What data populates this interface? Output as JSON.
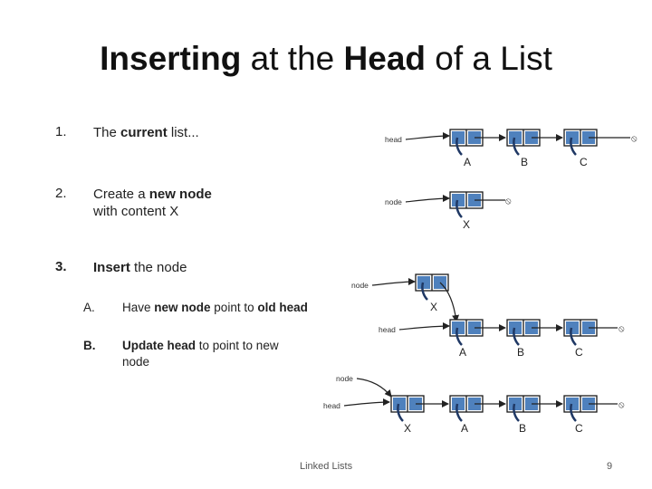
{
  "title": {
    "prefix": "Inserting",
    "mid1": " at the ",
    "bold2": "Head",
    "suffix": " of a List"
  },
  "steps": [
    {
      "num": "1.",
      "pre": "The ",
      "bold": "current",
      "post": " list..."
    },
    {
      "num": "2.",
      "line1_pre": "Create a ",
      "line1_bold": "new node",
      "line2": "with content X"
    },
    {
      "num": "3.",
      "bold": "Insert",
      "post": " the node"
    }
  ],
  "substeps": [
    {
      "num": "A.",
      "pre": "Have ",
      "bold1": "new node",
      "mid": " point to ",
      "bold2": "old head"
    },
    {
      "num": "B.",
      "bold1": "Update head",
      "mid": " to point to new",
      "line2": "node"
    }
  ],
  "diagram": {
    "labels": {
      "head": "head",
      "node": "node",
      "null": "⦸"
    },
    "values": {
      "a": "A",
      "b": "B",
      "c": "C",
      "x": "X"
    }
  },
  "footer": {
    "center": "Linked Lists",
    "page": "9"
  },
  "colors": {
    "node_fill": "#4f81bd",
    "node_stroke": "#1a1a1a",
    "pointer": "#1f3864",
    "arrow": "#222222"
  }
}
